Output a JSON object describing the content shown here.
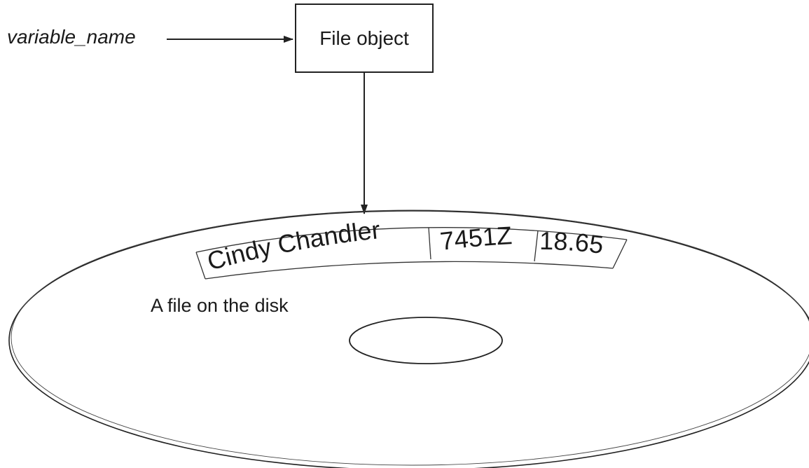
{
  "variable_label": "variable_name",
  "file_object_label": "File object",
  "record_fields": [
    "Cindy Chandler",
    "7451Z",
    "18.65"
  ],
  "disk_caption": "A file on the disk",
  "colors": {
    "ink": "#222222",
    "background": "#ffffff"
  }
}
